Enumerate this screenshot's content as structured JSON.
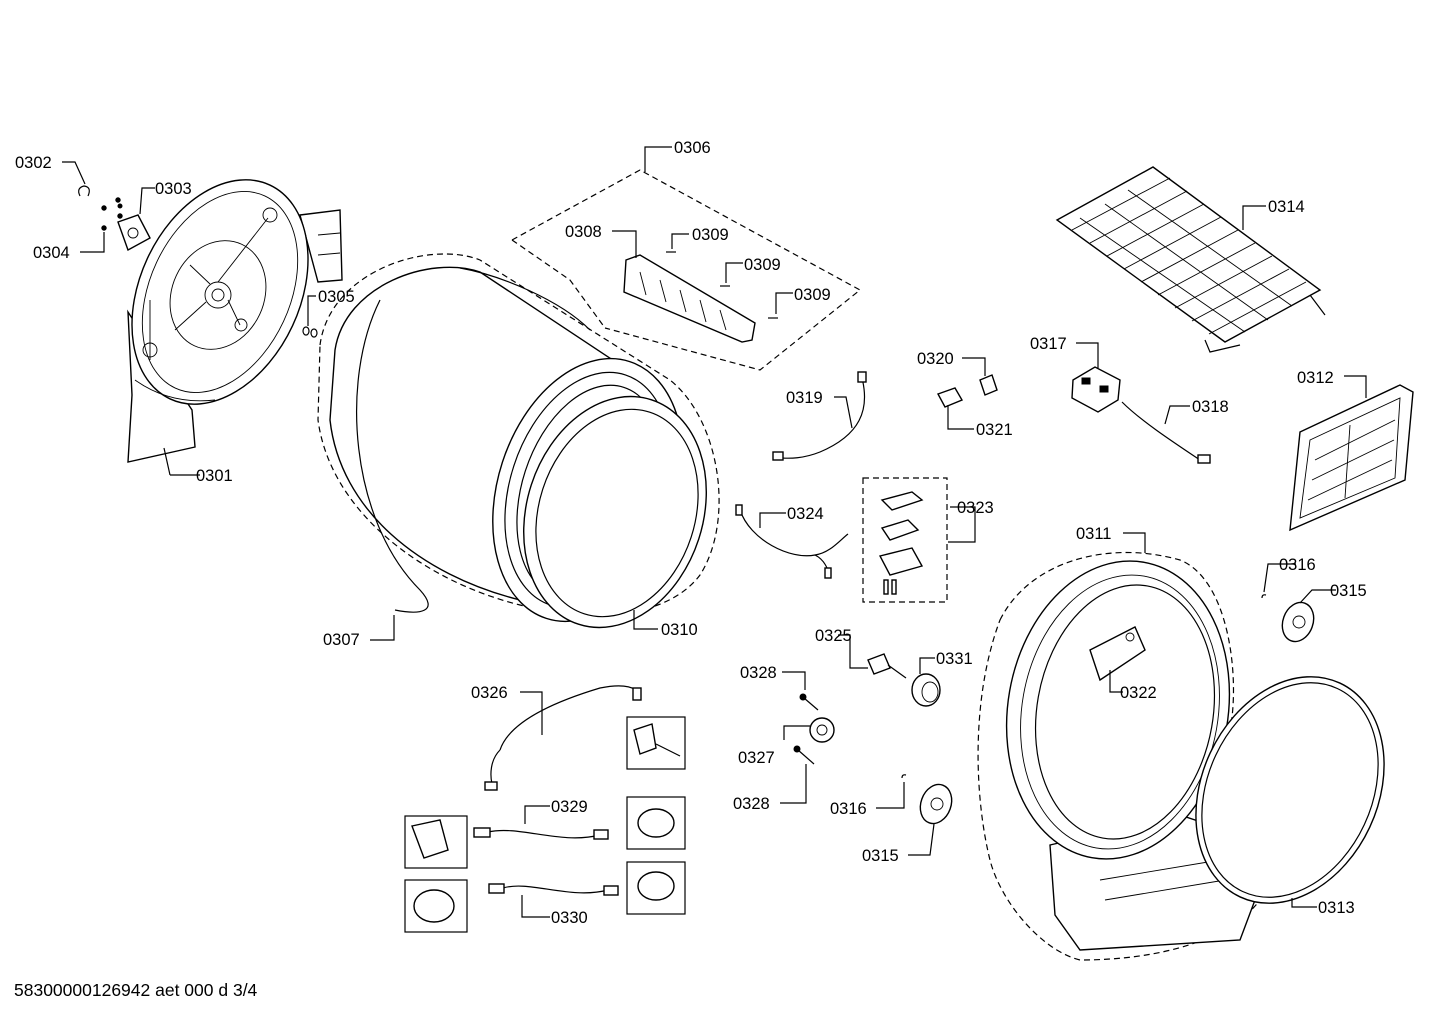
{
  "diagram": {
    "labels": {
      "l0301": "0301",
      "l0302": "0302",
      "l0303": "0303",
      "l0304": "0304",
      "l0305": "0305",
      "l0306": "0306",
      "l0307": "0307",
      "l0308": "0308",
      "l0309a": "0309",
      "l0309b": "0309",
      "l0309c": "0309",
      "l0310": "0310",
      "l0311": "0311",
      "l0312": "0312",
      "l0313": "0313",
      "l0314": "0314",
      "l0315a": "0315",
      "l0315b": "0315",
      "l0316a": "0316",
      "l0316b": "0316",
      "l0317": "0317",
      "l0318": "0318",
      "l0319": "0319",
      "l0320": "0320",
      "l0321": "0321",
      "l0322": "0322",
      "l0323": "0323",
      "l0324": "0324",
      "l0325": "0325",
      "l0326": "0326",
      "l0327": "0327",
      "l0328a": "0328",
      "l0328b": "0328",
      "l0329": "0329",
      "l0330": "0330",
      "l0331": "0331"
    }
  },
  "footer": {
    "code": "58300000126942 aet 000 d 3/4"
  }
}
